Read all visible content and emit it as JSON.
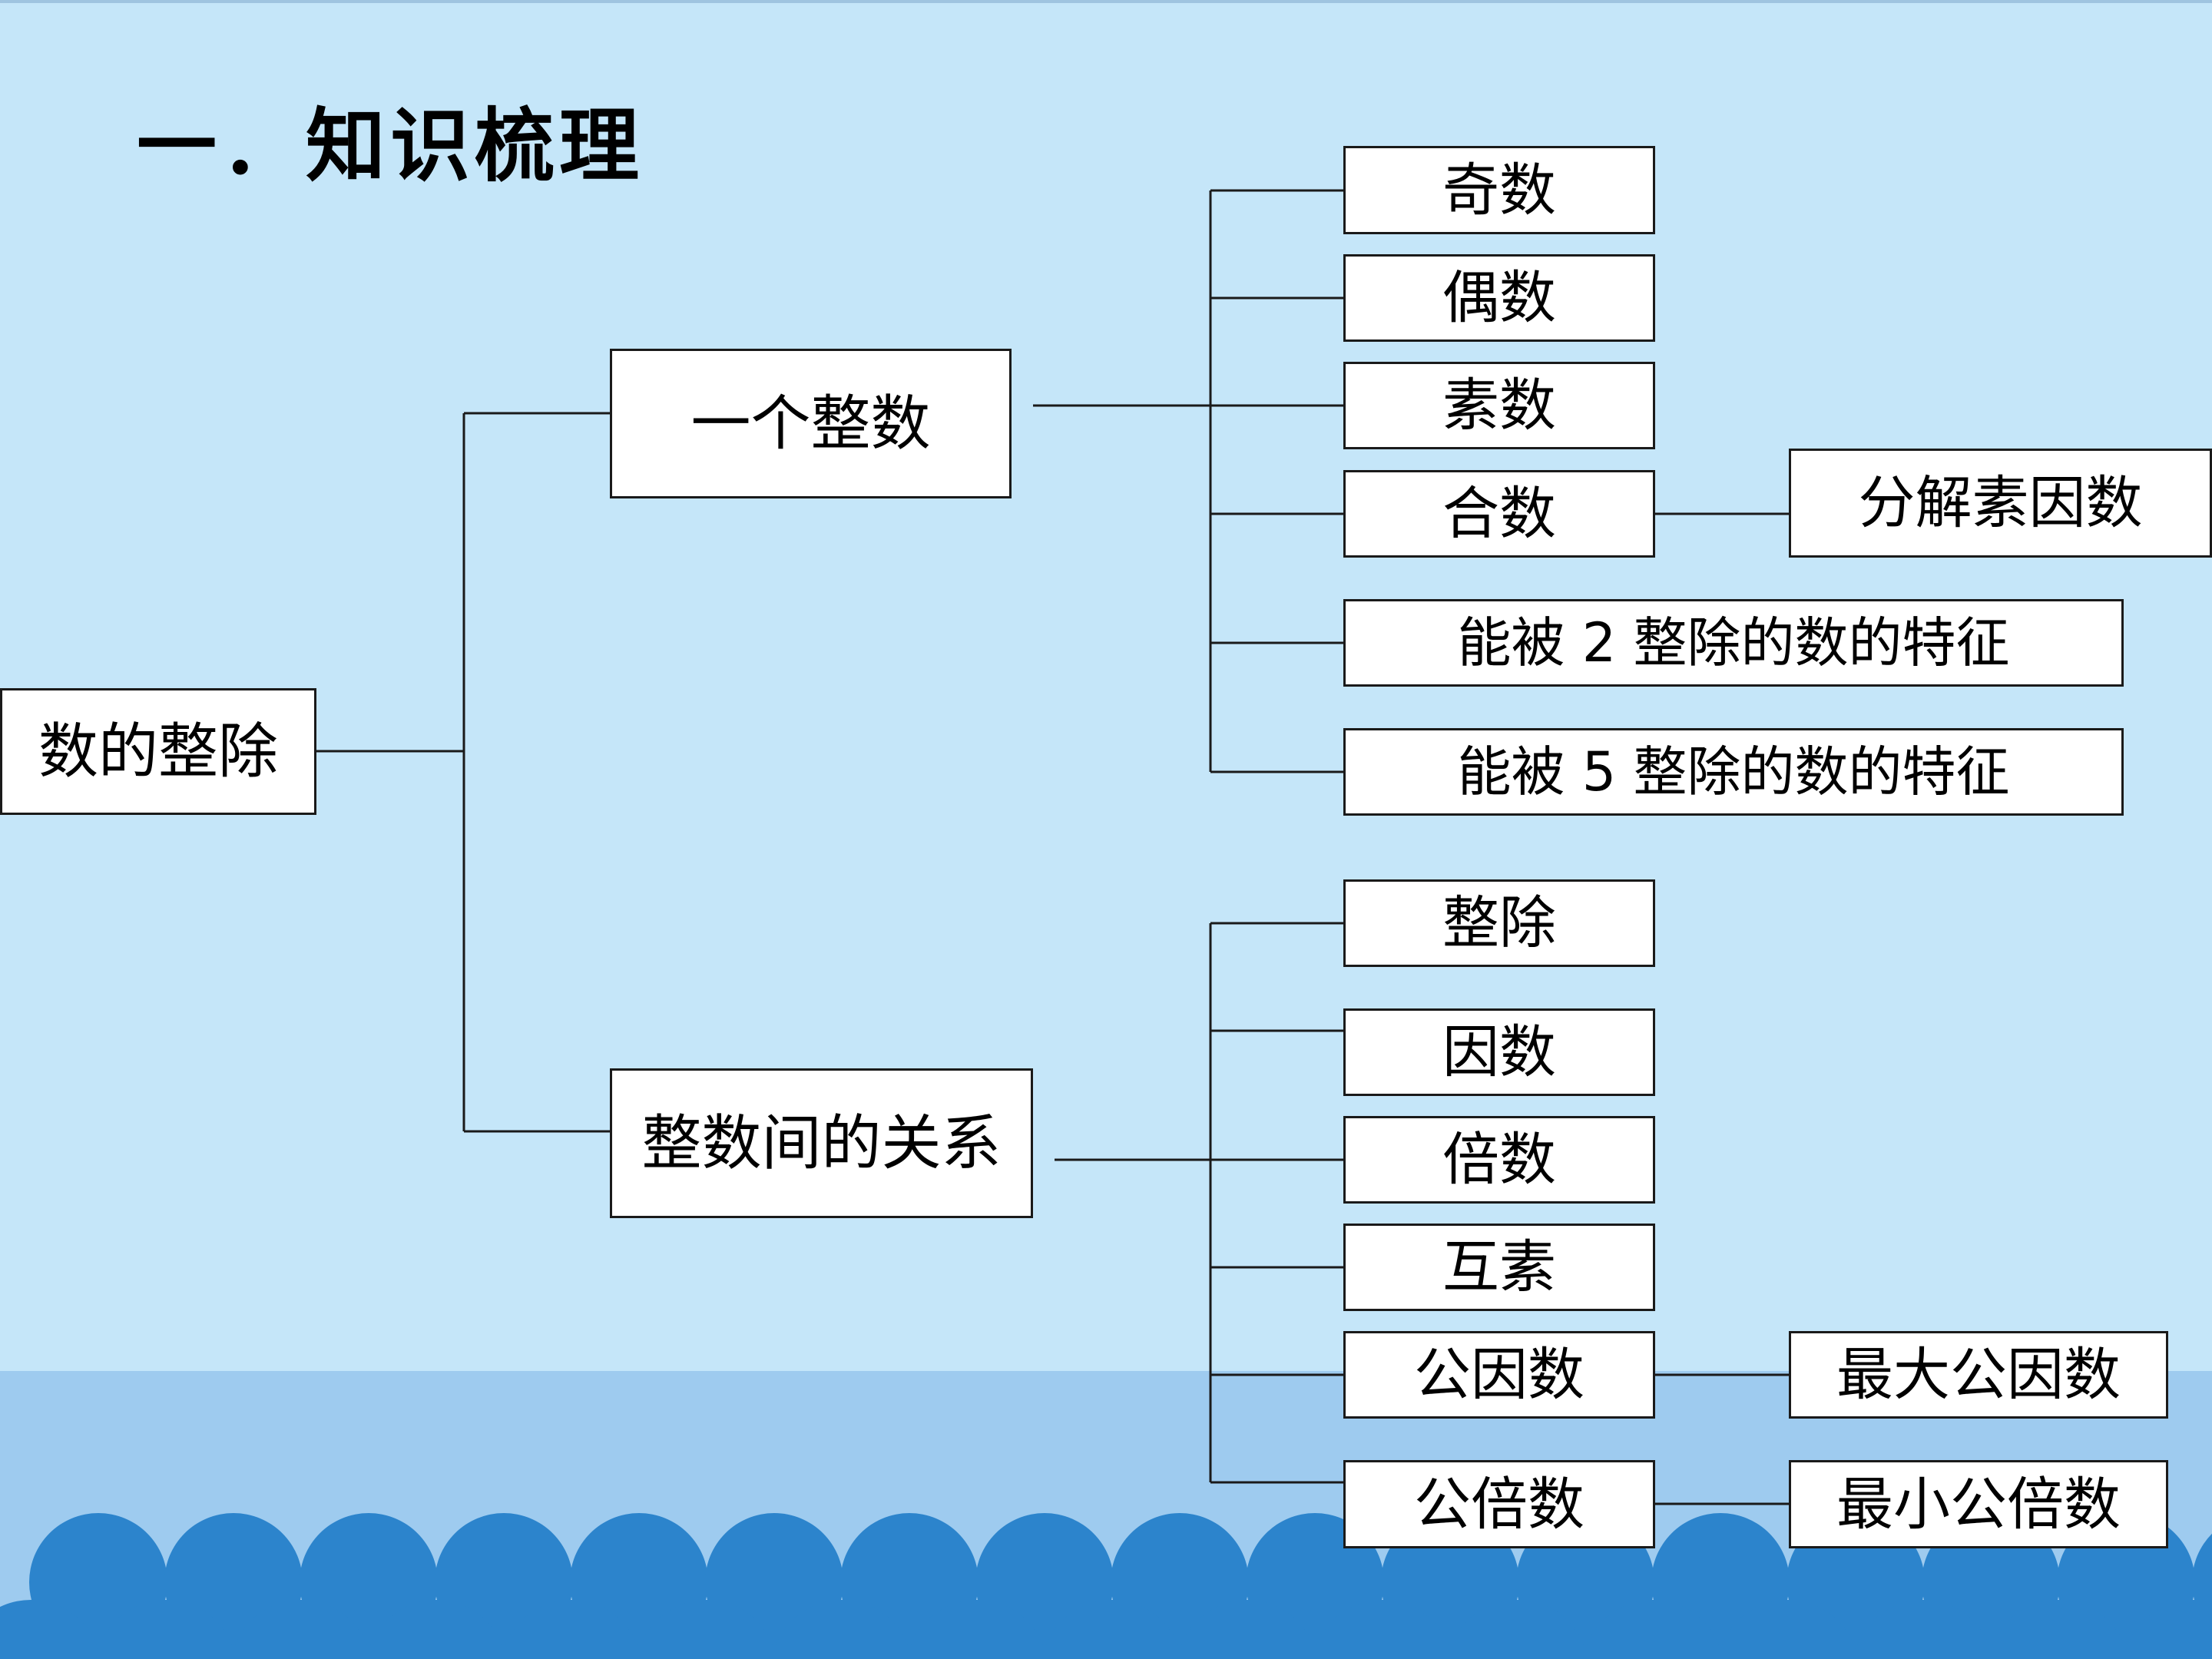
{
  "title": "一．知识梳理",
  "colors": {
    "background": "#c5e6f9",
    "sea": "#9ecbef",
    "waves": "#2c84cc",
    "box_fill": "#ffffff",
    "line": "#1a1a1a"
  },
  "tree": {
    "root": "数的整除",
    "branch1": {
      "label": "一个整数",
      "items": [
        "奇数",
        "偶数",
        "素数",
        "合数",
        "能被 2 整除的数的特征",
        "能被 5 整除的数的特征"
      ],
      "sub": {
        "composite_leaf": "分解素因数"
      }
    },
    "branch2": {
      "label": "整数间的关系",
      "items": [
        "整除",
        "因数",
        "倍数",
        "互素",
        "公因数",
        "公倍数"
      ],
      "sub": {
        "common_factor_leaf": "最大公因数",
        "common_multiple_leaf": "最小公倍数"
      }
    }
  }
}
